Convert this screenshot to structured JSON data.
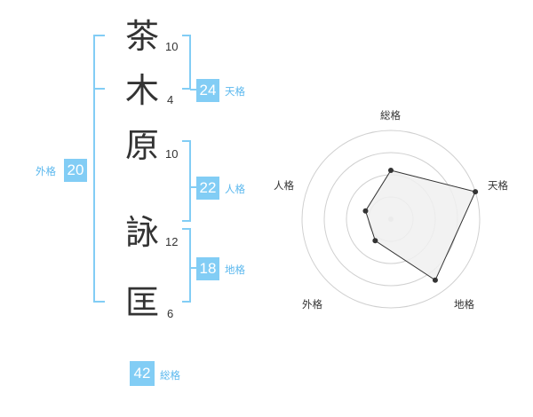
{
  "name": {
    "chars": [
      {
        "char": "茶",
        "strokes": "10"
      },
      {
        "char": "木",
        "strokes": "4"
      },
      {
        "char": "原",
        "strokes": "10"
      },
      {
        "char": "詠",
        "strokes": "12"
      },
      {
        "char": "匡",
        "strokes": "6"
      }
    ]
  },
  "grades": {
    "tenkaku": {
      "value": "24",
      "label": "天格"
    },
    "jinkaku": {
      "value": "22",
      "label": "人格"
    },
    "chikaku": {
      "value": "18",
      "label": "地格"
    },
    "gaikaku": {
      "value": "20",
      "label": "外格"
    },
    "soukaku": {
      "value": "42",
      "label": "総格"
    }
  },
  "colors": {
    "accent": "#82cdf5",
    "accent_text": "#5bb8ee",
    "bracket": "#82cdf5",
    "radar_fill": "#f0f0f0",
    "radar_stroke": "#333333",
    "ring": "#d0d0d0"
  },
  "chart_data": {
    "type": "radar",
    "axes": [
      "総格",
      "天格",
      "地格",
      "外格",
      "人格"
    ],
    "rings": 4,
    "values": [
      0.55,
      1.0,
      0.85,
      0.3,
      0.3
    ]
  }
}
